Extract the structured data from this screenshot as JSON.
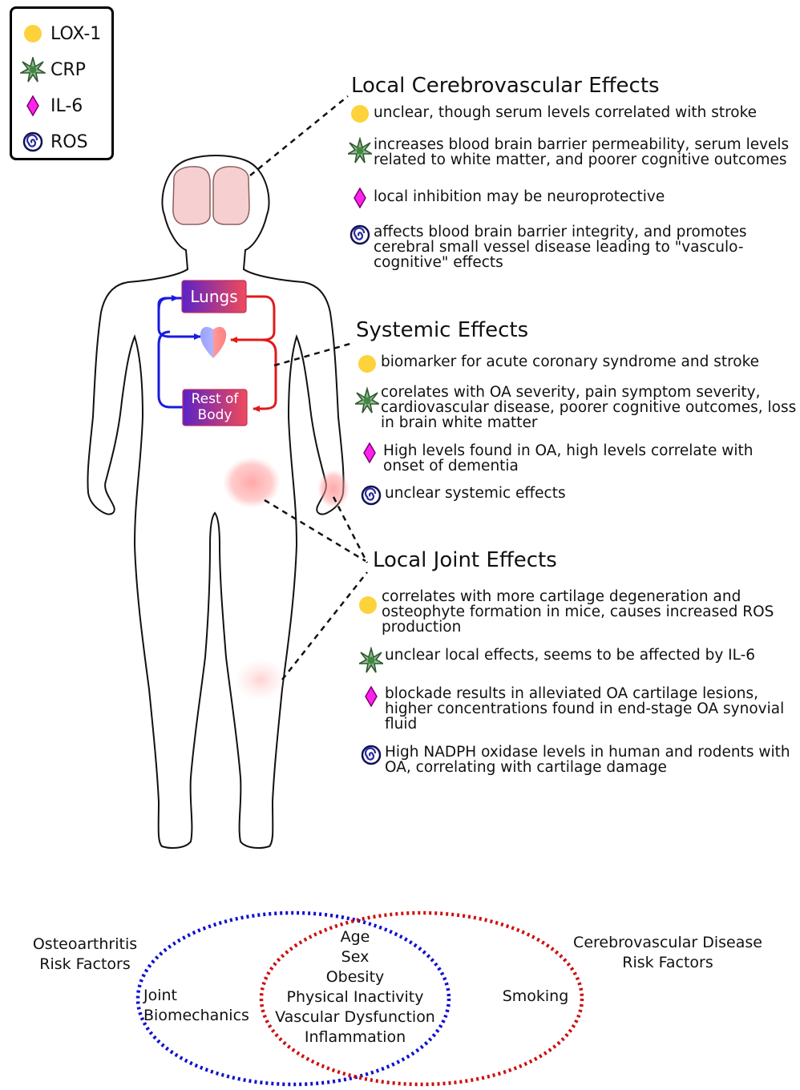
{
  "legend": [
    {
      "icon": "lox1-icon",
      "label": "LOX-1",
      "color": "#fdd23b"
    },
    {
      "icon": "crp-icon",
      "label": "CRP",
      "color": "#3c8a3c"
    },
    {
      "icon": "il6-icon",
      "label": "IL-6",
      "color": "#ff22ee"
    },
    {
      "icon": "ros-icon",
      "label": "ROS",
      "color": "#1a1a7a"
    }
  ],
  "body_labels": {
    "lungs": "Lungs",
    "rest_of_body_1": "Rest of",
    "rest_of_body_2": "Body"
  },
  "cerebro": {
    "title": "Local Cerebrovascular Effects",
    "items": [
      "unclear, though serum levels correlated with stroke",
      "increases blood brain barrier permeability, serum levels related to white matter, and poorer cognitive outcomes",
      "local inhibition may be neuroprotective",
      "affects blood brain barrier integrity, and promotes cerebral small vessel disease leading to \"vasculo-cognitive\" effects"
    ]
  },
  "systemic": {
    "title": "Systemic Effects",
    "items": [
      "biomarker for acute coronary syndrome and stroke",
      "corelates with OA severity, pain symptom severity, cardiovascular disease, poorer cognitive outcomes, loss in brain white matter",
      "High levels found in OA, high levels correlate with onset of dementia",
      "unclear systemic effects"
    ]
  },
  "joint": {
    "title": "Local Joint Effects",
    "items": [
      "correlates with more cartilage degeneration and osteophyte formation in mice, causes increased ROS production",
      "unclear local effects, seems to be affected by IL-6",
      "blockade results in alleviated OA cartilage lesions, higher concentrations found in end-stage OA synovial fluid",
      "High NADPH oxidase levels in human and rodents with OA, correlating with cartilage damage"
    ]
  },
  "venn": {
    "left_title": "Osteoarthritis\nRisk Factors",
    "right_title": "Cerebrovascular Disease\nRisk Factors",
    "left_only": "Joint\nBiomechanics",
    "right_only": "Smoking",
    "shared": "Age\nSex\nObesity\nPhysical Inactivity\nVascular Dysfunction\nInflammation",
    "left_color": "#1010cc",
    "right_color": "#cc1010"
  }
}
